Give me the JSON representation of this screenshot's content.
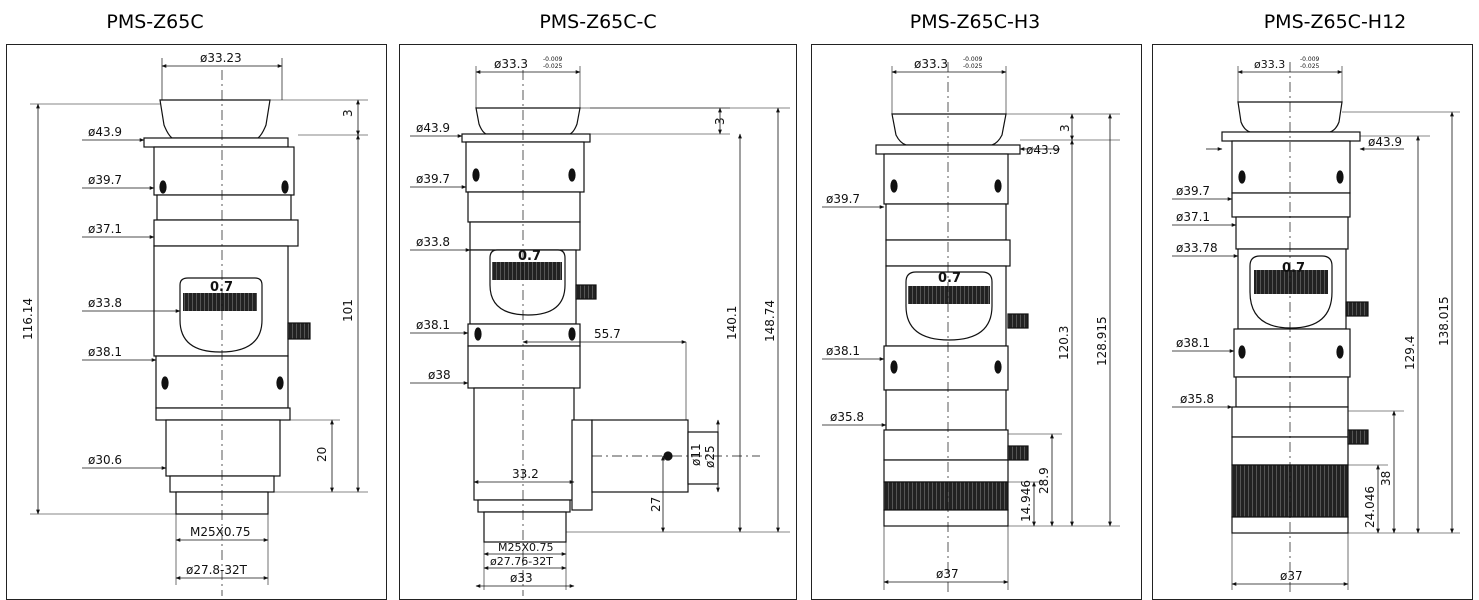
{
  "panels": [
    {
      "title": "PMS-Z65C",
      "dims": {
        "top_dia": "ø33.23",
        "gap": "3",
        "flange": "ø43.9",
        "d1": "ø39.7",
        "d2": "ø37.1",
        "d3": "ø33.8",
        "d4": "ø38.1",
        "d5": "ø30.6",
        "total": "116.14",
        "h1": "101",
        "h2": "20",
        "thread": "M25X0.75",
        "bottom": "ø27.8-32T",
        "zoom": "0.7"
      }
    },
    {
      "title": "PMS-Z65C-C",
      "dims": {
        "top_dia": "ø33.3",
        "top_tol_up": "-0.009",
        "top_tol_dn": "-0.025",
        "gap": "3",
        "flange": "ø43.9",
        "d1": "ø39.7",
        "d2": "ø33.8",
        "d3": "ø38.1",
        "d4": "ø38",
        "side_len": "55.7",
        "side_d1": "ø11",
        "side_d2": "ø25",
        "h1": "140.1",
        "h2": "148.74",
        "body_w": "33.2",
        "side_h": "27",
        "thread": "M25X0.75",
        "bottom1": "ø27.76-32T",
        "bottom2": "ø33",
        "zoom": "0.7"
      }
    },
    {
      "title": "PMS-Z65C-H3",
      "dims": {
        "top_dia": "ø33.3",
        "top_tol_up": "-0.009",
        "top_tol_dn": "-0.025",
        "gap": "3",
        "flange": "ø43.9",
        "d1": "ø39.7",
        "d2": "ø38.1",
        "d3": "ø35.8",
        "h1": "120.3",
        "h2": "128.915",
        "h3": "28.9",
        "h4": "14.946",
        "bottom": "ø37",
        "zoom": "0.7"
      }
    },
    {
      "title": "PMS-Z65C-H12",
      "dims": {
        "top_dia": "ø33.3",
        "top_tol_up": "-0.009",
        "top_tol_dn": "-0.025",
        "flange": "ø43.9",
        "d1": "ø39.7",
        "d2": "ø37.1",
        "d3": "ø33.78",
        "d4": "ø38.1",
        "d5": "ø35.8",
        "h1": "129.4",
        "h2": "138.015",
        "h3": "38",
        "h4": "24.046",
        "bottom": "ø37",
        "zoom": "0.7"
      }
    }
  ]
}
